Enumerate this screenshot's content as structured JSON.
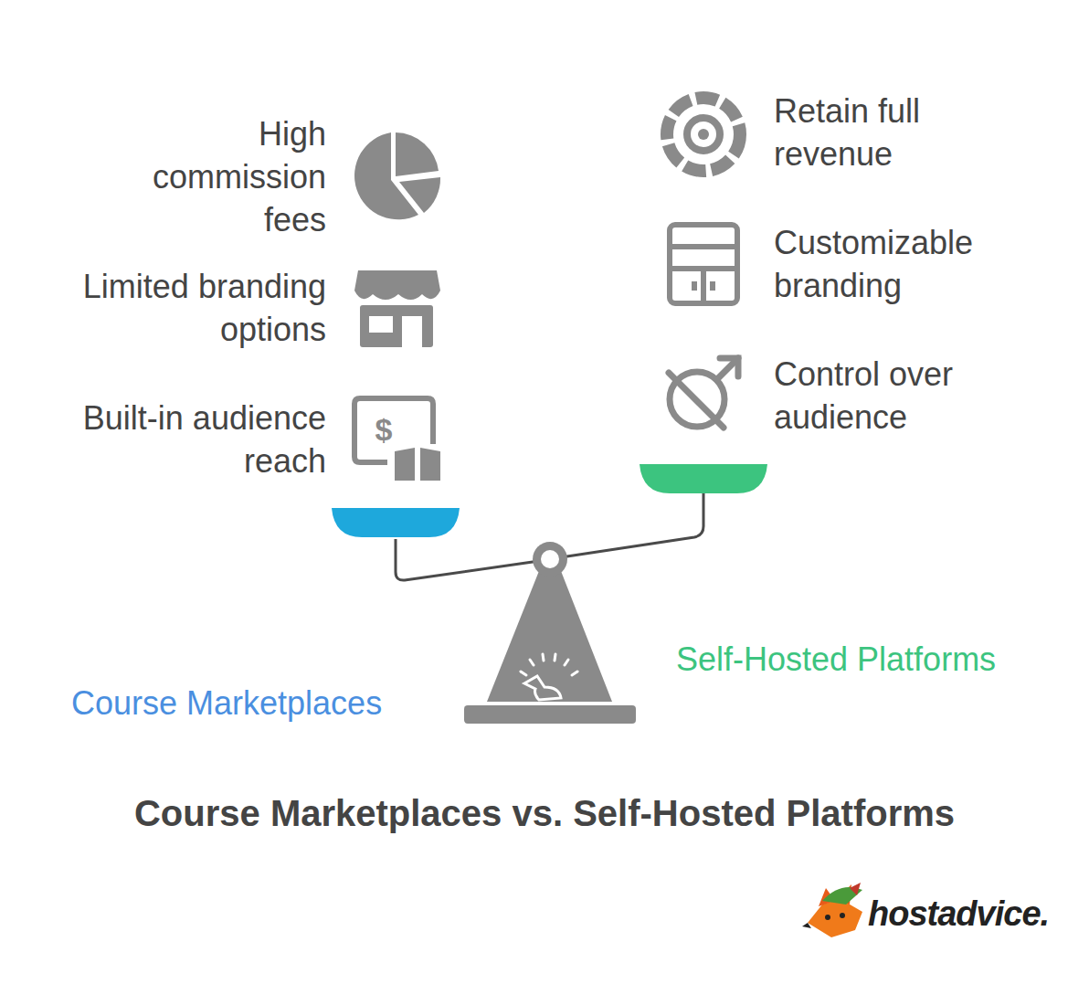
{
  "diagram": {
    "title": "Course Marketplaces vs. Self-Hosted Platforms",
    "labels": [
      "High commission fees",
      "Limited branding options",
      "Built-in audience reach",
      "Retain full revenue",
      "Customizable branding",
      "Control over audience",
      "Self-Hosted Platforms",
      "Course Marketplaces",
      "hostadvice."
    ]
  }
}
